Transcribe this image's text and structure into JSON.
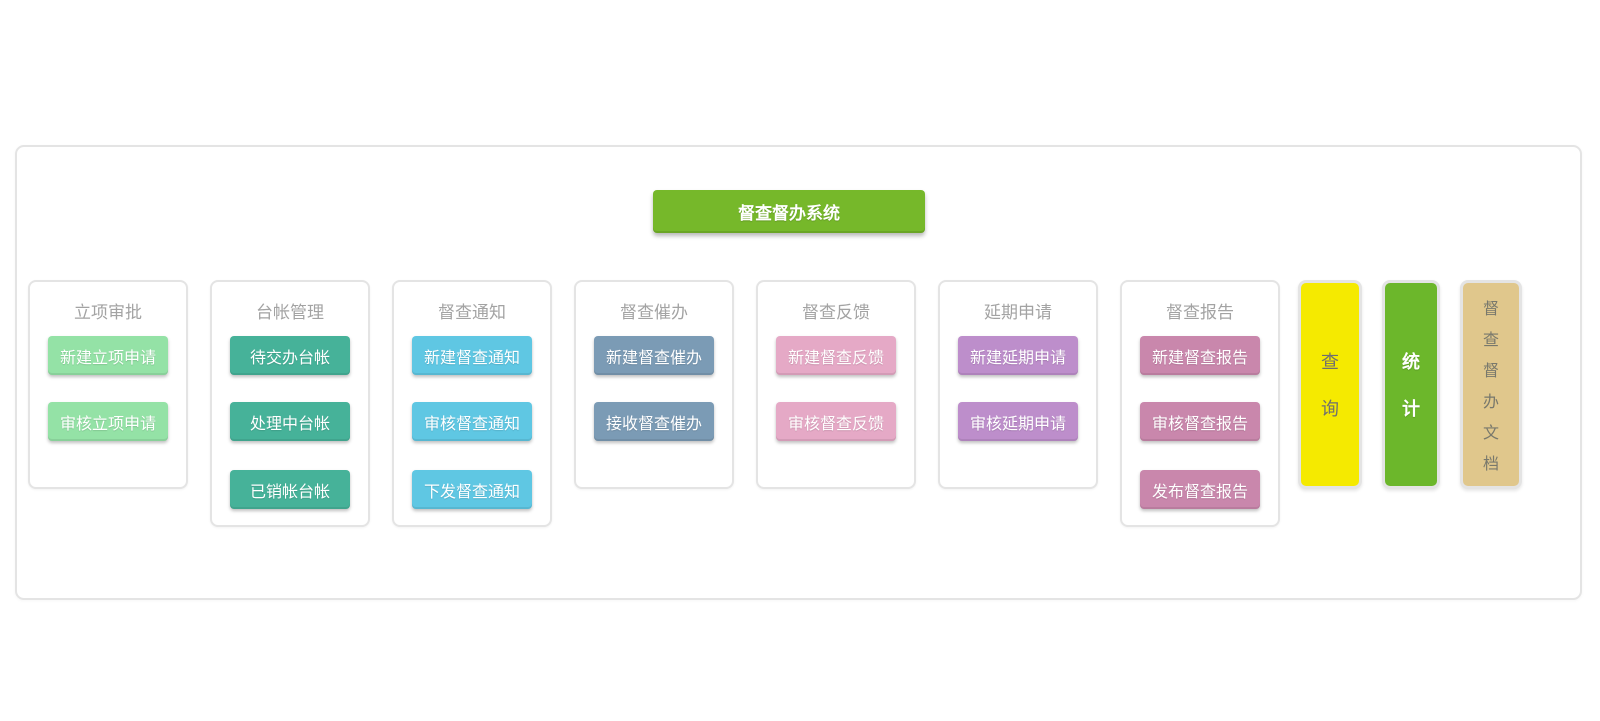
{
  "header": {
    "title": "督查督办系统",
    "color": "#76b82a"
  },
  "columns": [
    {
      "title": "立项审批",
      "color": "#94e2a6",
      "buttons": [
        "新建立项申请",
        "审核立项申请"
      ]
    },
    {
      "title": "台帐管理",
      "color": "#46b299",
      "buttons": [
        "待交办台帐",
        "处理中台帐",
        "已销帐台帐"
      ]
    },
    {
      "title": "督查通知",
      "color": "#5fc7e3",
      "buttons": [
        "新建督查通知",
        "审核督查通知",
        "下发督查通知"
      ]
    },
    {
      "title": "督查催办",
      "color": "#7b9bb5",
      "buttons": [
        "新建督查催办",
        "接收督查催办"
      ]
    },
    {
      "title": "督查反馈",
      "color": "#e5a9c6",
      "buttons": [
        "新建督查反馈",
        "审核督查反馈"
      ]
    },
    {
      "title": "延期申请",
      "color": "#bd8ecb",
      "buttons": [
        "新建延期申请",
        "审核延期申请"
      ]
    },
    {
      "title": "督查报告",
      "color": "#c987ac",
      "buttons": [
        "新建督查报告",
        "审核督查报告",
        "发布督查报告"
      ]
    }
  ],
  "side_buttons": [
    {
      "label": "查询",
      "bg": "#f5ea00",
      "text_color": "#6f6f6f"
    },
    {
      "label": "统计",
      "bg": "#6cb72b",
      "text_color": "#ffffff"
    },
    {
      "label": "督查督办文档",
      "bg": "#e0c78c",
      "text_color": "#78786c"
    }
  ]
}
